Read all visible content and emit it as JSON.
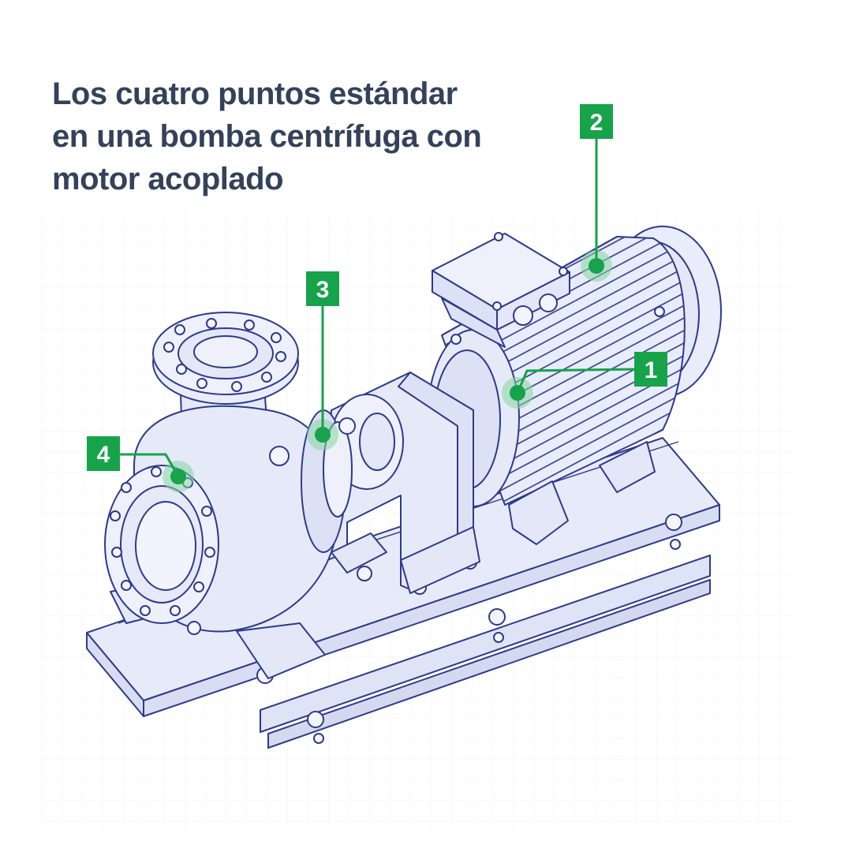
{
  "title": {
    "lines": [
      "Los cuatro puntos estándar",
      "en una bomba centrífuga con",
      "motor acoplado"
    ]
  },
  "colors": {
    "title": "#33425a",
    "marker": "#16a34a",
    "marker_halo": "#86d6a0",
    "outline": "#2d3a8c",
    "fill": "#e9ecfa"
  },
  "markers": [
    {
      "label": "1"
    },
    {
      "label": "2"
    },
    {
      "label": "3"
    },
    {
      "label": "4"
    }
  ]
}
